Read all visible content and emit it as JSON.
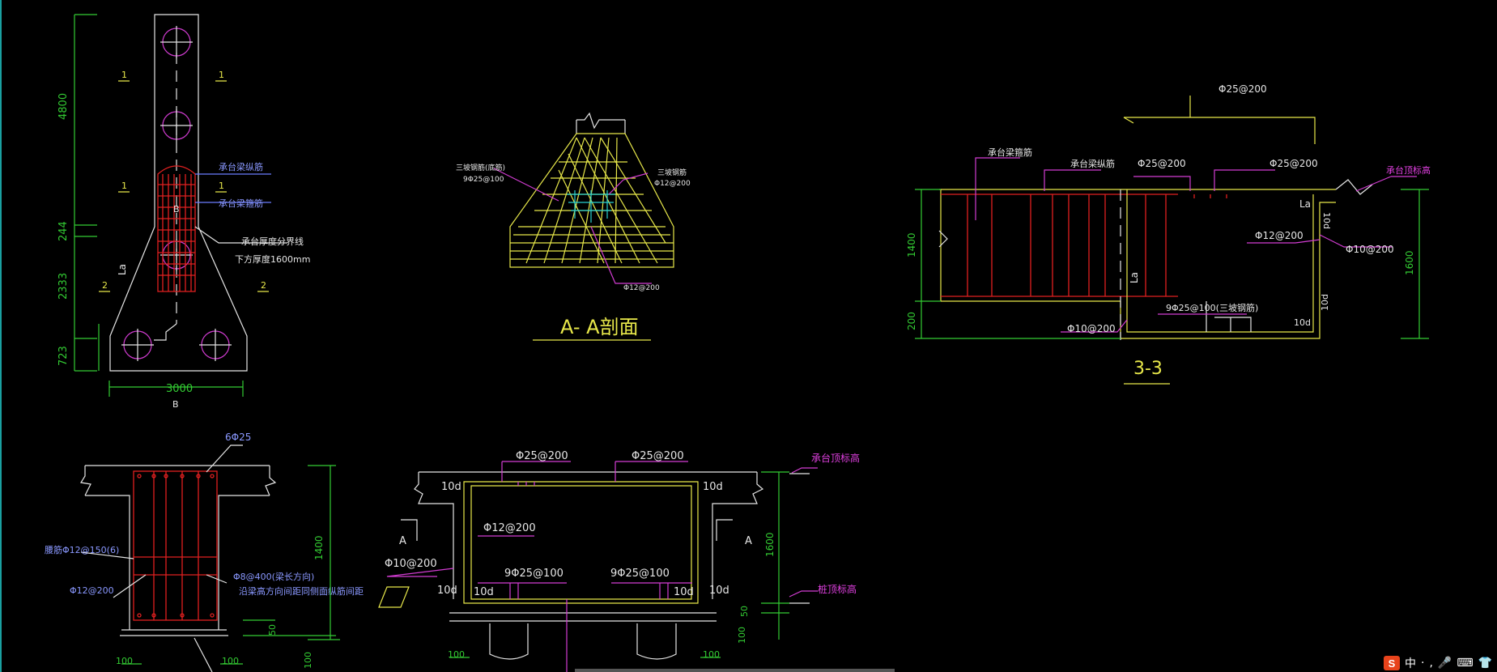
{
  "plan_view": {
    "dims_left": [
      "4800",
      "244",
      "2333",
      "723"
    ],
    "dim_bottom": "3000",
    "grid_bottom": "B",
    "grid_b_mid": "B",
    "section_marks": [
      "1",
      "1",
      "1",
      "1",
      "2",
      "2"
    ],
    "la_label": "La",
    "notes": [
      "承台梁纵筋",
      "承台梁箍筋",
      "承台厚度分界线",
      "下方厚度1600mm"
    ]
  },
  "section_aa": {
    "title": "A- A剖面",
    "left_note_1": "三坡钢筋(底筋)",
    "left_note_2": "9Φ25@100",
    "right_note_1": "三坡钢筋",
    "right_note_2": "Φ12@200",
    "bottom_note": "Φ12@200"
  },
  "section_33": {
    "title": "3-3",
    "top_rebar": "Φ25@200",
    "label_1": "承台梁箍筋",
    "label_2": "承台梁纵筋",
    "label_3": "Φ25@200",
    "label_4": "Φ25@200",
    "elev_label": "承台顶标高",
    "la_top": "La",
    "ten_d_1": "10d",
    "phi12": "Φ12@200",
    "phi10_right": "Φ10@200",
    "la_mid": "La",
    "bottom_rebar": "9Φ25@100(三坡钢筋)",
    "ten_d_2": "10d",
    "ten_d_3": "10d",
    "phi10_left": "Φ10@200",
    "dim_1400": "1400",
    "dim_200": "200",
    "dim_1600": "1600"
  },
  "beam_section": {
    "top": "6Φ25",
    "left_1": "腰筋Φ12@150(6)",
    "left_2": "Φ12@200",
    "right_1": "Φ8@400(梁长方向)",
    "right_2": "沿梁高方向间距同侧面纵筋间距",
    "dim_1400": "1400",
    "dim_50": "50",
    "dim_100_a": "100",
    "dim_100_b": "100",
    "dim_100_c": "100"
  },
  "section_bottom": {
    "rebar_1": "Φ25@200",
    "rebar_2": "Φ25@200",
    "elev_top": "承台顶标高",
    "elev_pile": "桩顶标高",
    "ten_d": [
      "10d",
      "10d",
      "10d",
      "10d",
      "10d",
      "10d"
    ],
    "phi12": "Φ12@200",
    "phi10": "Φ10@200",
    "bottom_1": "9Φ25@100",
    "bottom_2": "9Φ25@100",
    "mark_a_left": "A",
    "mark_a_right": "A",
    "dim_1600": "1600",
    "dim_50": "50",
    "dim_100_a": "100",
    "dim_100_b": "100",
    "dim_100_c": "100"
  },
  "taskbar": {
    "ime_logo": "S",
    "ime_mode": "中",
    "icons": [
      "·",
      ",",
      "mic-icon",
      "keyboard-icon",
      "shirt-icon"
    ]
  }
}
